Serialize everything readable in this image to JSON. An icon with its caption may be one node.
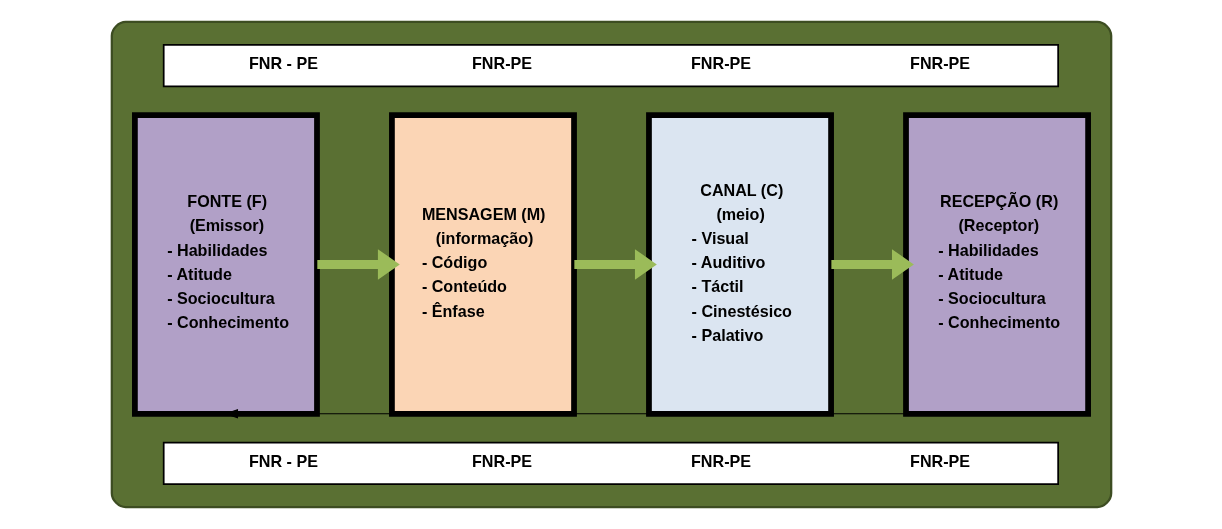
{
  "diagram": {
    "nodes": [
      {
        "text": [],
        "shape": "box"
      },
      {
        "text": [
          "FNR - PE",
          "FNR-PE",
          "FNR-PE",
          "FNR-PE"
        ],
        "in": 0
      },
      {
        "text": [
          "FONTE (F)",
          "(Emissor)",
          "- Habilidades",
          "- Atitude",
          "- Sociocultura",
          "- Conhecimento"
        ],
        "in": 0
      },
      {
        "text": [
          "MENSAGEM (M)",
          "(informação)",
          "- Código",
          "- Conteúdo",
          "- Ênfase"
        ],
        "in": 0
      },
      {
        "text": [
          "CANAL (C)",
          "(meio)",
          "- Visual",
          "- Auditivo",
          "- Táctil",
          "- Cinestésico",
          "- Palativo"
        ],
        "in": 0
      },
      {
        "text": [
          "RECEPÇÃO (R)",
          "(Receptor)",
          "- Habilidades",
          "- Atitude",
          "- Sociocultura",
          "- Conhecimento"
        ],
        "in": 0
      },
      {
        "text": [
          "FNR - PE",
          "FNR-PE",
          "FNR-PE",
          "FNR-PE"
        ],
        "in": 0
      }
    ],
    "edges": [
      {
        "from": 2,
        "to": 3,
        "arrow": "to"
      },
      {
        "from": 3,
        "to": 4,
        "arrow": "to"
      },
      {
        "from": 4,
        "to": 5,
        "arrow": "to"
      },
      {
        "from": 5,
        "to": 2,
        "arrow": "to",
        "color": "#000000"
      }
    ]
  }
}
